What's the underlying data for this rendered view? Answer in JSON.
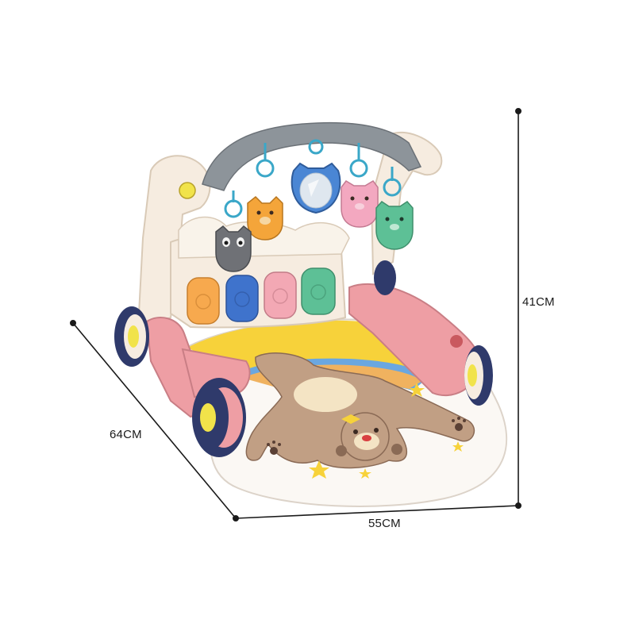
{
  "dimensions": {
    "width": "55CM",
    "depth": "64CM",
    "height": "41CM"
  },
  "colors": {
    "line": "#1a1a1a",
    "frame": "#f6ece0",
    "arch": "#8d949a",
    "pink": "#ee9ea4",
    "wheel_rim": "#2f3a6b",
    "wheel_hub": "#f1e34a",
    "mat": "#fbf8f4",
    "bear": "#c19f84",
    "yellow": "#f7d23a",
    "key_orange": "#f7a94e",
    "key_blue": "#3f73cc",
    "key_pink": "#f3a8b4",
    "key_green": "#5dc096"
  },
  "icons": [
    "bear-toy-icon",
    "panda-toy-icon",
    "mirror-toy-icon",
    "mouse-toy-icon",
    "cat-toy-icon",
    "star-icon",
    "paw-icon"
  ]
}
